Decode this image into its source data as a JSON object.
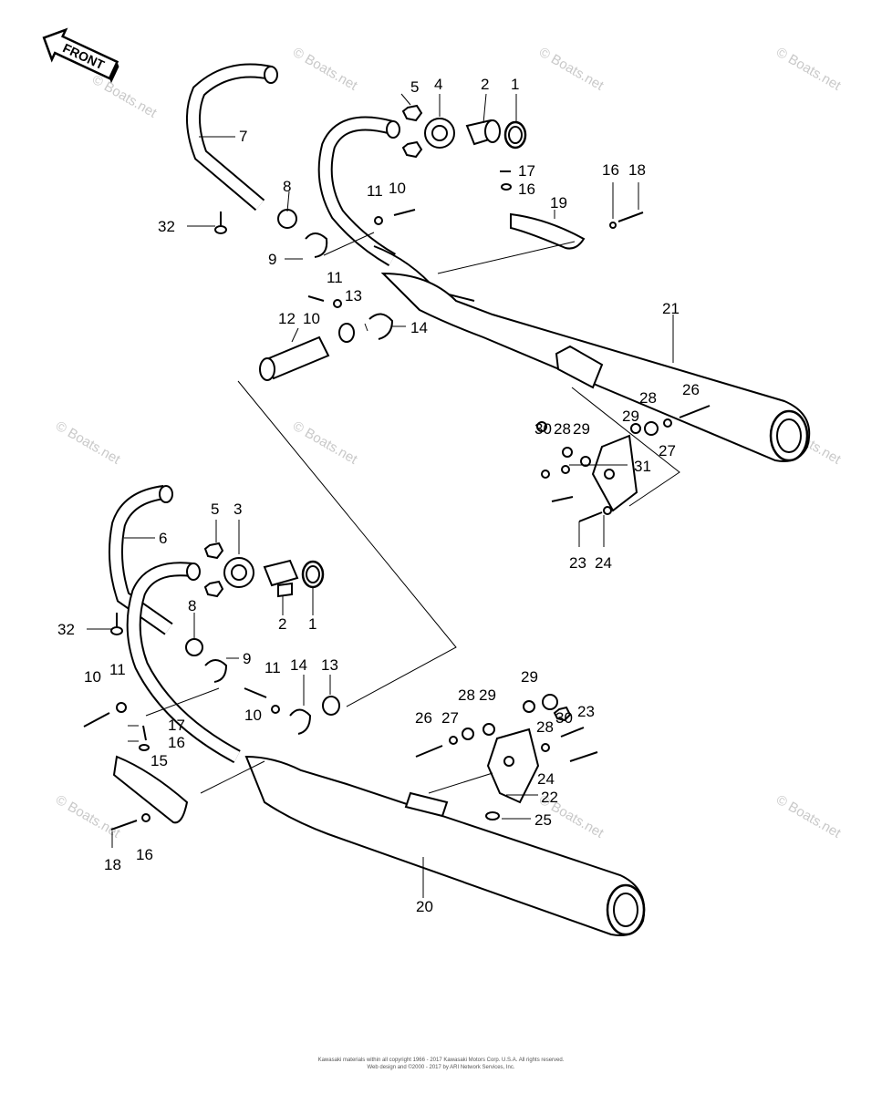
{
  "front_label": "FRONT",
  "watermark": "© Boats.net",
  "callouts": {
    "c1_top": "1",
    "c2_top": "2",
    "c4_top": "4",
    "c5_top": "5",
    "c7": "7",
    "c8_top": "8",
    "c11_top": "11",
    "c10_top": "10",
    "c17_top": "17",
    "c16_top": "16",
    "c16_r": "16",
    "c18_r": "18",
    "c19": "19",
    "c32_top": "32",
    "c9_top": "9",
    "c11_mid": "11",
    "c13_mid": "13",
    "c12": "12",
    "c10_mid": "10",
    "c14_mid": "14",
    "c21": "21",
    "c26_r": "26",
    "c28_r": "28",
    "c29_r": "29",
    "c27_r": "27",
    "c30_r": "30",
    "c28_r2": "28",
    "c29_r2": "29",
    "c31": "31",
    "c23_r": "23",
    "c24_r": "24",
    "c5_low": "5",
    "c3": "3",
    "c6": "6",
    "c2_low": "2",
    "c1_low": "1",
    "c8_low": "8",
    "c32_low": "32",
    "c9_low": "9",
    "c10_low": "10",
    "c11_low": "11",
    "c11_low2": "11",
    "c14_low": "14",
    "c13_low": "13",
    "c10_low2": "10",
    "c17_low": "17",
    "c16_low": "16",
    "c15": "15",
    "c18_low": "18",
    "c16_low2": "16",
    "c26_low": "26",
    "c27_low": "27",
    "c28_low": "28",
    "c29_low": "29",
    "c29_low2": "29",
    "c30_low": "30",
    "c23_low": "23",
    "c28_low2": "28",
    "c24_low": "24",
    "c22": "22",
    "c25": "25",
    "c20": "20"
  },
  "copyright_line1": "Kawasaki materials within all copyright 1966 - 2017 Kawasaki Motors Corp. U.S.A. All rights reserved.",
  "copyright_line2": "Web design and ©2000 - 2017 by ARI Network Services, Inc."
}
